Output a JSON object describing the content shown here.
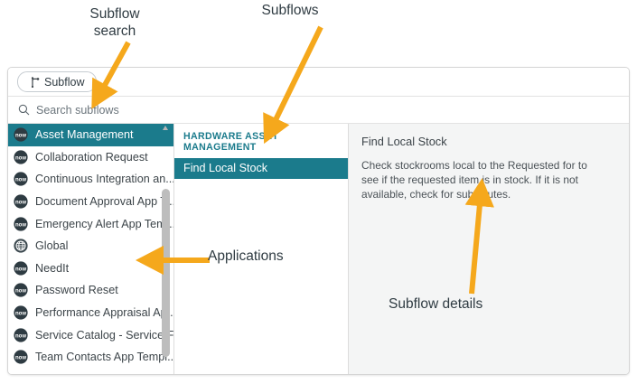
{
  "annotations": {
    "subflow_search": "Subflow\nsearch",
    "subflows": "Subflows",
    "applications": "Applications",
    "subflow_details": "Subflow details",
    "arrow_color": "#F5A81C"
  },
  "toolbar": {
    "subflow_pill_label": "Subflow",
    "subflow_pill_icon": "subflow-branch-icon"
  },
  "search": {
    "icon": "search-icon",
    "placeholder": "Search subflows",
    "value": ""
  },
  "applications": {
    "selected_index": 0,
    "items": [
      {
        "label": "Asset Management",
        "icon": "servicenow-now-icon"
      },
      {
        "label": "Collaboration Request",
        "icon": "servicenow-now-icon"
      },
      {
        "label": "Continuous Integration an...",
        "icon": "servicenow-now-icon"
      },
      {
        "label": "Document Approval App T...",
        "icon": "servicenow-now-icon"
      },
      {
        "label": "Emergency Alert App Tem...",
        "icon": "servicenow-now-icon"
      },
      {
        "label": "Global",
        "icon": "globe-icon"
      },
      {
        "label": "NeedIt",
        "icon": "servicenow-now-icon"
      },
      {
        "label": "Password Reset",
        "icon": "servicenow-now-icon"
      },
      {
        "label": "Performance Appraisal Ap...",
        "icon": "servicenow-now-icon"
      },
      {
        "label": "Service Catalog - Service F...",
        "icon": "servicenow-now-icon"
      },
      {
        "label": "Team Contacts App Templ...",
        "icon": "servicenow-now-icon"
      }
    ]
  },
  "subflows": {
    "group_header": "HARDWARE ASSET MANAGEMENT",
    "selected_index": 0,
    "items": [
      {
        "label": "Find Local Stock"
      }
    ]
  },
  "details": {
    "title": "Find Local Stock",
    "description": "Check stockrooms local to the Requested for to see if the requested item is in stock. If it is not available, check for substitutes."
  },
  "colors": {
    "accent_teal": "#1b7b8c",
    "arrow_amber": "#F5A81C",
    "panel_gray": "#f4f5f5",
    "text_dark": "#3c4449"
  }
}
